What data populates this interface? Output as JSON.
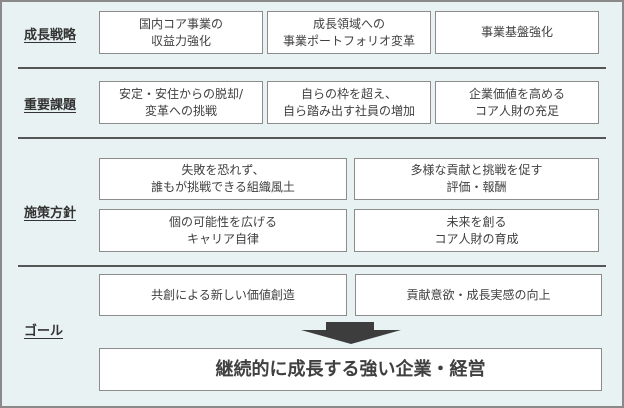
{
  "rows": {
    "strategy": {
      "label": "成長戦略",
      "items": [
        "国内コア事業の\n収益力強化",
        "成長領域への\n事業ポートフォリオ変革",
        "事業基盤強化"
      ]
    },
    "issues": {
      "label": "重要課題",
      "items": [
        "安定・安住からの脱却/\n変革への挑戦",
        "自らの枠を超え、\n自ら踏み出す社員の増加",
        "企業価値を高める\nコア人財の充足"
      ]
    },
    "policy": {
      "label": "施策方針",
      "items": [
        "失敗を恐れず、\n誰もが挑戦できる組織風土",
        "多様な貢献と挑戦を促す\n評価・報酬",
        "個の可能性を広げる\nキャリア自律",
        "未来を創る\nコア人財の育成"
      ]
    },
    "goal": {
      "label": "ゴール",
      "items": [
        "共創による新しい価値創造",
        "貢献意欲・成長実感の向上"
      ],
      "final": "継続的に成長する強い企業・経営"
    }
  }
}
